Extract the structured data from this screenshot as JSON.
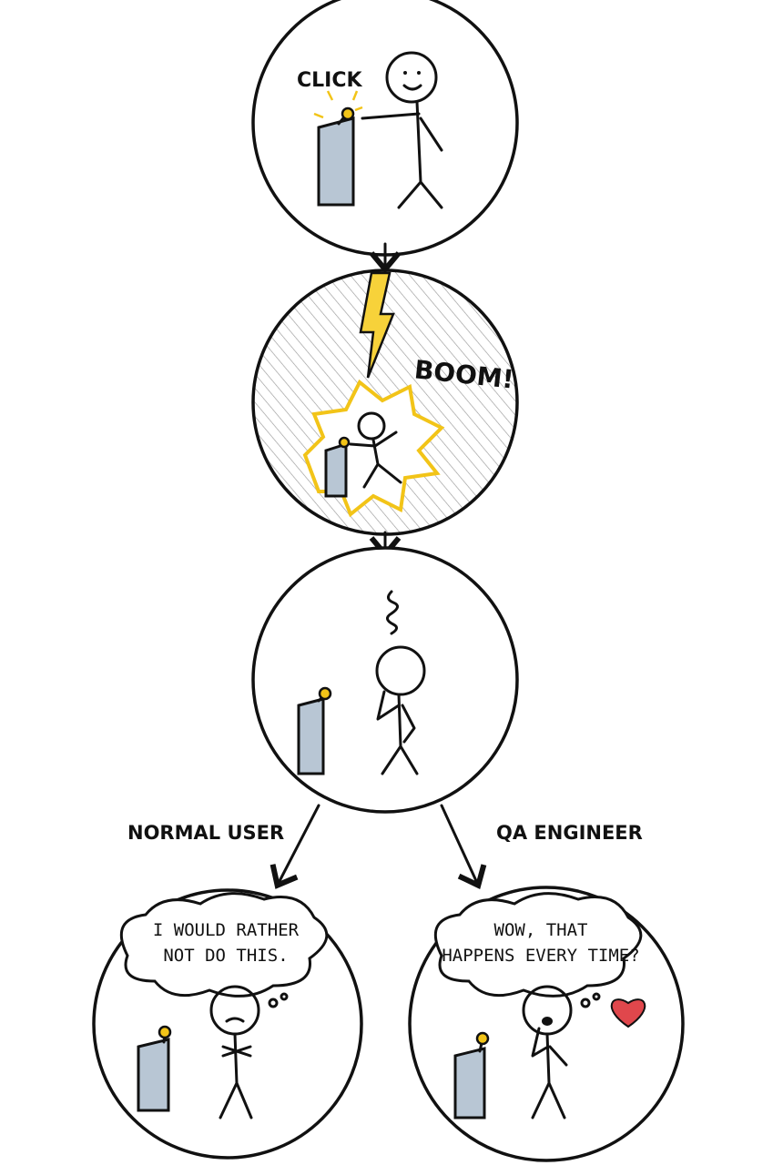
{
  "panels": {
    "click": {
      "sound": "CLICK"
    },
    "boom": {
      "sound": "BOOM!"
    },
    "normal_user": {
      "label": "NORMAL USER",
      "thought_line1": "I WOULD RATHER",
      "thought_line2": "NOT DO THIS."
    },
    "qa_engineer": {
      "label": "QA ENGINEER",
      "thought_line1": "WOW, THAT",
      "thought_line2": "HAPPENS EVERY TIME?"
    }
  },
  "colors": {
    "button": "#f2c418",
    "podium": "#b8c6d4",
    "heart": "#e0474c",
    "flash": "#f7e08a"
  }
}
